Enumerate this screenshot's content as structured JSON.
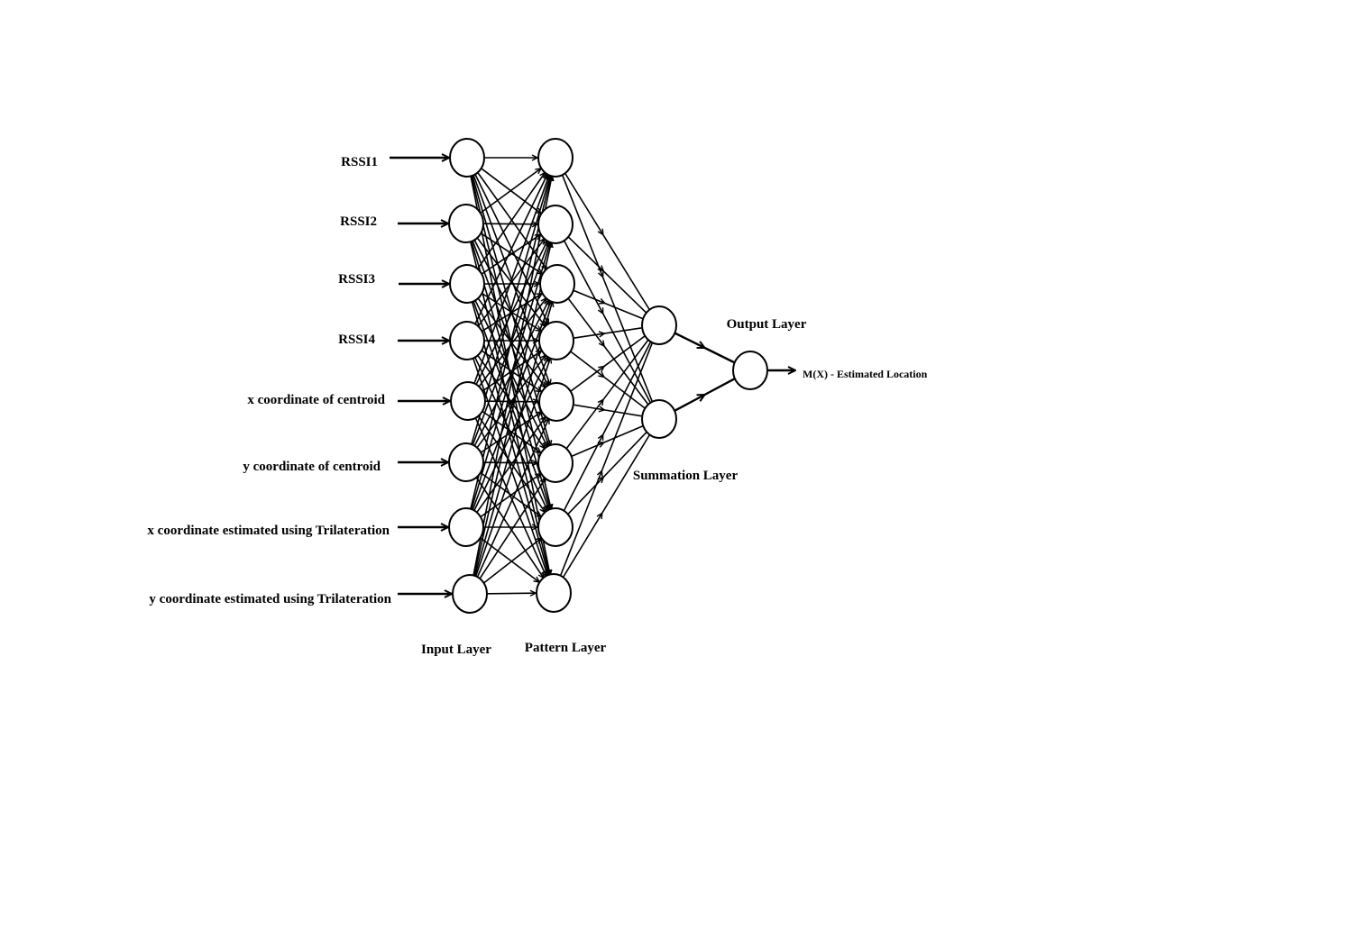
{
  "inputs": [
    "RSSI1",
    "RSSI2",
    "RSSI3",
    "RSSI4",
    "x coordinate of centroid",
    "y coordinate of centroid",
    "x coordinate estimated using Trilateration",
    "y coordinate estimated using Trilateration"
  ],
  "layers": {
    "input": "Input Layer",
    "pattern": "Pattern Layer",
    "summation": "Summation Layer",
    "output": "Output Layer"
  },
  "output_label": "M(X) - Estimated Location"
}
